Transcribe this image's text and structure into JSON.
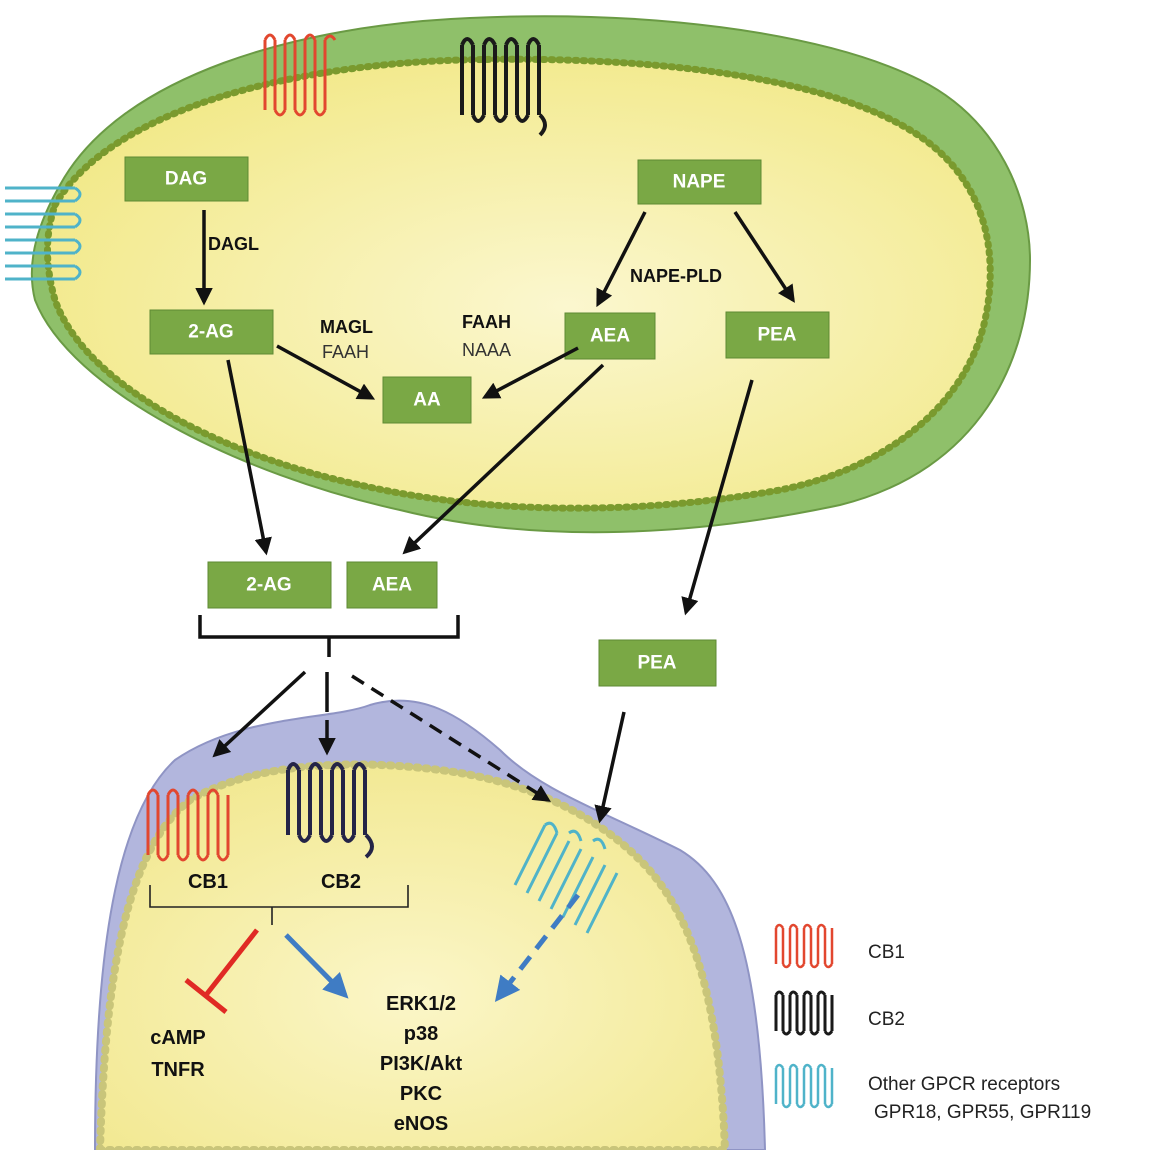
{
  "nodes": {
    "dag": "DAG",
    "nape": "NAPE",
    "two_ag_cell": "2-AG",
    "aea_cell": "AEA",
    "pea_cell": "PEA",
    "aa": "AA",
    "two_ag_out": "2-AG",
    "aea_out": "AEA",
    "pea_out": "PEA"
  },
  "enzymes": {
    "dagl": "DAGL",
    "nape_pld": "NAPE-PLD",
    "magl": "MAGL",
    "faah_left": "FAAH",
    "faah_right": "FAAH",
    "naaa": "NAAA"
  },
  "receptors": {
    "cb1": "CB1",
    "cb2": "CB2"
  },
  "effects": {
    "inhibited": [
      "cAMP",
      "TNFR"
    ],
    "activated": [
      "ERK1/2",
      "p38",
      "PI3K/Akt",
      "PKC",
      "eNOS"
    ]
  },
  "legend": {
    "cb1": "CB1",
    "cb2": "CB2",
    "other_line1": "Other GPCR receptors",
    "other_line2": "GPR18, GPR55, GPR119"
  },
  "colors": {
    "cb1": "#e2472f",
    "cb2": "#1a1a1a",
    "other_gpcr": "#4fb3c9",
    "molecule_box": "#7aa845",
    "inhibition": "#e02a24",
    "activation": "#3f7cc4"
  }
}
